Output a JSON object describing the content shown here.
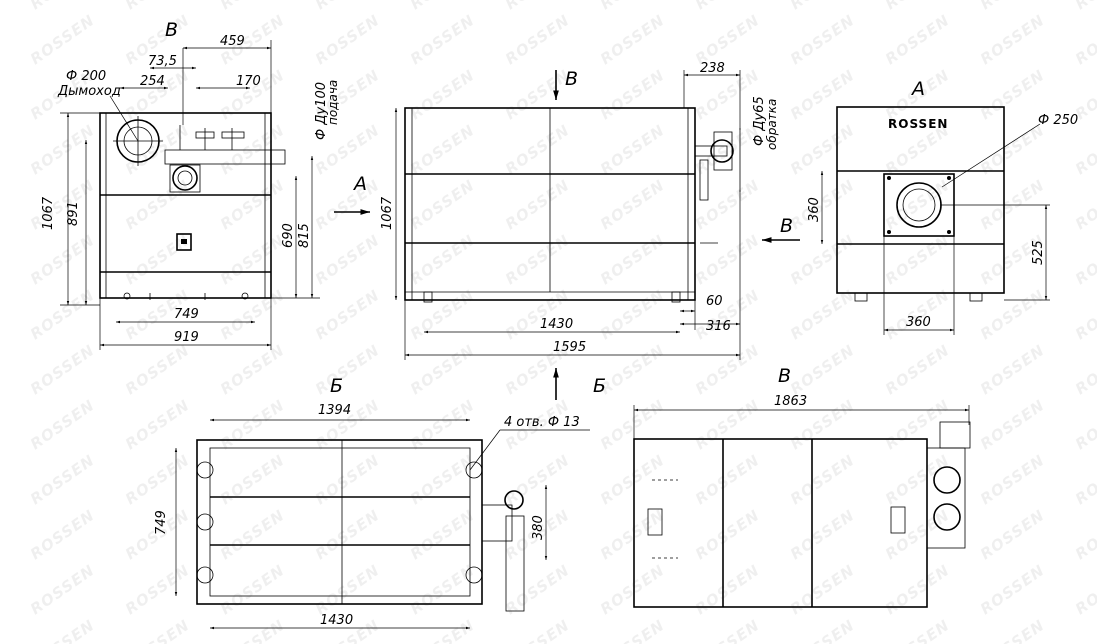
{
  "brand": "ROSSEN",
  "watermark": "ROSSEN",
  "view_letters": {
    "top_left": "В",
    "arrow_top": "В",
    "arrow_a": "A",
    "arrow_b_right": "В",
    "right_view": "А",
    "arrow_bottom": "Б",
    "bottom_view_b": "Б",
    "bottom_view_v": "В"
  },
  "labels": {
    "chimney_dia": "Ф 200",
    "chimney_word": "Дымоход",
    "supply_dia": "Ф Ду100",
    "supply_word": "подача",
    "return_dia": "Ф Ду65",
    "return_word": "обратка",
    "burner_dia": "Ф 250",
    "holes": "4 отв. Ф 13"
  },
  "dims": {
    "d459": "459",
    "d73_5": "73,5",
    "d254": "254",
    "d170": "170",
    "d1067_left": "1067",
    "d891": "891",
    "d690": "690",
    "d815": "815",
    "d749_front": "749",
    "d919": "919",
    "d238": "238",
    "d1067_side": "1067",
    "d60": "60",
    "d1430_side": "1430",
    "d316": "316",
    "d1595": "1595",
    "d360_vert": "360",
    "d525": "525",
    "d360_horiz": "360",
    "d1394": "1394",
    "d749_plan": "749",
    "d380": "380",
    "d1430_plan": "1430",
    "d1863": "1863"
  }
}
